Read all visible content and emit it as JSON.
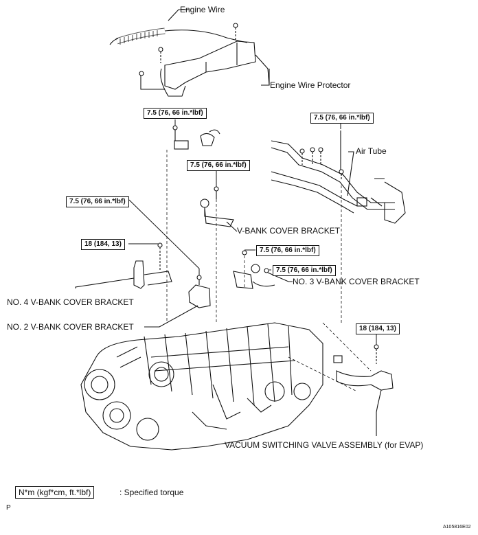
{
  "labels": {
    "engine_wire": "Engine Wire",
    "engine_wire_protector": "Engine Wire Protector",
    "air_tube": "Air Tube",
    "v_bank_cover_bracket": "V-BANK COVER BRACKET",
    "no3_v_bank": "NO. 3 V-BANK COVER BRACKET",
    "no4_v_bank": "NO. 4 V-BANK COVER BRACKET",
    "no2_v_bank": "NO. 2 V-BANK COVER BRACKET",
    "vsv": "VACUUM SWITCHING VALVE ASSEMBLY (for EVAP)"
  },
  "torque": {
    "t_75_a": "7.5 (76, 66 in.*lbf)",
    "t_75_b": "7.5 (76, 66 in.*lbf)",
    "t_75_c": "7.5 (76, 66 in.*lbf)",
    "t_75_d": "7.5 (76, 66 in.*lbf)",
    "t_75_e": "7.5 (76, 66 in.*lbf)",
    "t_75_f": "7.5 (76, 66 in.*lbf)",
    "t_18_a": "18 (184, 13)",
    "t_18_b": "18 (184, 13)"
  },
  "legend": {
    "box": "N*m (kgf*cm, ft.*lbf)",
    "text": ": Specified torque"
  },
  "footer": {
    "p_mark": "P",
    "figure_id": "A105816E02"
  },
  "colors": {
    "ink": "#111111",
    "paper": "#ffffff"
  }
}
